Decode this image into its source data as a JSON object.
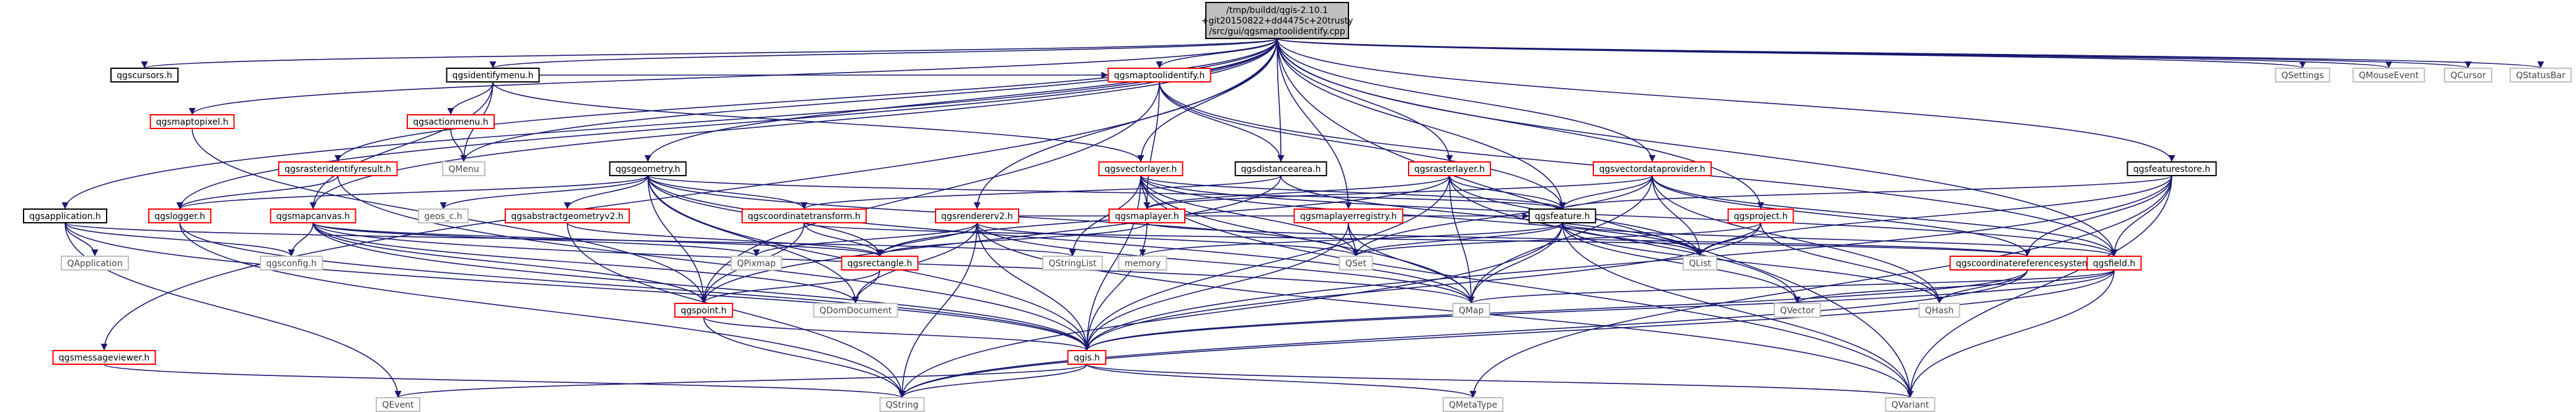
{
  "graph": {
    "root_lines": [
      "/tmp/buildd/qgis-2.10.1",
      "+git20150822+dd4475c+20trusty",
      "/src/gui/qgsmaptoolidentify.cpp"
    ],
    "edge_color": "#191970",
    "nodes": [
      {
        "id": "qgscursors",
        "label": "qgscursors.h",
        "style": "black"
      },
      {
        "id": "qgsidentifymenu",
        "label": "qgsidentifymenu.h",
        "style": "black"
      },
      {
        "id": "qgsmaptoolidentify",
        "label": "qgsmaptoolidentify.h",
        "style": "red"
      },
      {
        "id": "qgsmaptopixel",
        "label": "qgsmaptopixel.h",
        "style": "red"
      },
      {
        "id": "qgsactionmenu",
        "label": "qgsactionmenu.h",
        "style": "red"
      },
      {
        "id": "qmenu",
        "label": "QMenu",
        "style": "gray"
      },
      {
        "id": "qgsdistancearea",
        "label": "qgsdistancearea.h",
        "style": "black"
      },
      {
        "id": "qgsrasteridentifyresult",
        "label": "qgsrasteridentifyresult.h",
        "style": "red"
      },
      {
        "id": "qgsgeometry",
        "label": "qgsgeometry.h",
        "style": "black"
      },
      {
        "id": "qgsvectorlayer",
        "label": "qgsvectorlayer.h",
        "style": "red"
      },
      {
        "id": "qgsrasterlayer",
        "label": "qgsrasterlayer.h",
        "style": "red"
      },
      {
        "id": "qgsvectordataprovider",
        "label": "qgsvectordataprovider.h",
        "style": "red"
      },
      {
        "id": "qgsfeaturestore",
        "label": "qgsfeaturestore.h",
        "style": "black"
      },
      {
        "id": "qsettings",
        "label": "QSettings",
        "style": "gray"
      },
      {
        "id": "qmouseevent",
        "label": "QMouseEvent",
        "style": "gray"
      },
      {
        "id": "qcursor",
        "label": "QCursor",
        "style": "gray"
      },
      {
        "id": "qstatusbar",
        "label": "QStatusBar",
        "style": "gray"
      },
      {
        "id": "qgsapplication",
        "label": "qgsapplication.h",
        "style": "black"
      },
      {
        "id": "qgslogger",
        "label": "qgslogger.h",
        "style": "red"
      },
      {
        "id": "qgsmapcanvas",
        "label": "qgsmapcanvas.h",
        "style": "red"
      },
      {
        "id": "geos_c",
        "label": "geos_c.h",
        "style": "gray"
      },
      {
        "id": "qgsabstractgeometryv2",
        "label": "qgsabstractgeometryv2.h",
        "style": "red"
      },
      {
        "id": "qgscoordinatetransform",
        "label": "qgscoordinatetransform.h",
        "style": "red"
      },
      {
        "id": "qgsrendererv2",
        "label": "qgsrendererv2.h",
        "style": "red"
      },
      {
        "id": "qgsmaplayer",
        "label": "qgsmaplayer.h",
        "style": "red"
      },
      {
        "id": "qgsmaplayerregistry",
        "label": "qgsmaplayerregistry.h",
        "style": "red"
      },
      {
        "id": "qgsfeature",
        "label": "qgsfeature.h",
        "style": "black"
      },
      {
        "id": "qgsproject",
        "label": "qgsproject.h",
        "style": "red"
      },
      {
        "id": "qapplication",
        "label": "QApplication",
        "style": "gray"
      },
      {
        "id": "qgsconfig",
        "label": "qgsconfig.h",
        "style": "gray"
      },
      {
        "id": "qpixmap",
        "label": "QPixmap",
        "style": "gray"
      },
      {
        "id": "qgsrectangle",
        "label": "qgsrectangle.h",
        "style": "red"
      },
      {
        "id": "memory",
        "label": "memory",
        "style": "gray"
      },
      {
        "id": "qstringlist",
        "label": "QStringList",
        "style": "gray"
      },
      {
        "id": "qset",
        "label": "QSet",
        "style": "gray"
      },
      {
        "id": "qlist",
        "label": "QList",
        "style": "gray"
      },
      {
        "id": "qgscoordinatereferencesystem",
        "label": "qgscoordinatereferencesystem.h",
        "style": "red"
      },
      {
        "id": "qgsfield",
        "label": "qgsfield.h",
        "style": "red"
      },
      {
        "id": "qgspoint",
        "label": "qgspoint.h",
        "style": "red"
      },
      {
        "id": "qdomdocument",
        "label": "QDomDocument",
        "style": "gray"
      },
      {
        "id": "qmap",
        "label": "QMap",
        "style": "gray"
      },
      {
        "id": "qvector",
        "label": "QVector",
        "style": "gray"
      },
      {
        "id": "qhash",
        "label": "QHash",
        "style": "gray"
      },
      {
        "id": "qgsmessageviewer",
        "label": "qgsmessageviewer.h",
        "style": "red"
      },
      {
        "id": "qgis",
        "label": "qgis.h",
        "style": "red"
      },
      {
        "id": "qevent",
        "label": "QEvent",
        "style": "gray"
      },
      {
        "id": "qstring",
        "label": "QString",
        "style": "gray"
      },
      {
        "id": "qmetatype",
        "label": "QMetaType",
        "style": "gray"
      },
      {
        "id": "qvariant",
        "label": "QVariant",
        "style": "gray"
      }
    ],
    "edges": [
      [
        "root",
        "qgscursors"
      ],
      [
        "root",
        "qgsidentifymenu"
      ],
      [
        "root",
        "qgsmaptoolidentify"
      ],
      [
        "root",
        "qgsmaptopixel"
      ],
      [
        "root",
        "qgsrasteridentifyresult"
      ],
      [
        "root",
        "qgsgeometry"
      ],
      [
        "root",
        "qgsvectorlayer"
      ],
      [
        "root",
        "qgsdistancearea"
      ],
      [
        "root",
        "qgsrasterlayer"
      ],
      [
        "root",
        "qgsvectordataprovider"
      ],
      [
        "root",
        "qgsfeaturestore"
      ],
      [
        "root",
        "qsettings"
      ],
      [
        "root",
        "qmouseevent"
      ],
      [
        "root",
        "qcursor"
      ],
      [
        "root",
        "qstatusbar"
      ],
      [
        "root",
        "qgsapplication"
      ],
      [
        "root",
        "qgslogger"
      ],
      [
        "root",
        "qgsmapcanvas"
      ],
      [
        "root",
        "qgsrendererv2"
      ],
      [
        "root",
        "qgsmaplayerregistry"
      ],
      [
        "root",
        "qgsfeature"
      ],
      [
        "root",
        "qgsproject"
      ],
      [
        "root",
        "qgsfield"
      ],
      [
        "root",
        "qgsmessageviewer"
      ],
      [
        "root",
        "qmenu"
      ],
      [
        "root",
        "qvariant"
      ],
      [
        "qgsidentifymenu",
        "qgsactionmenu"
      ],
      [
        "qgsidentifymenu",
        "qmenu"
      ],
      [
        "qgsidentifymenu",
        "qgsmaptoolidentify"
      ],
      [
        "qgsidentifymenu",
        "qgsvectorlayer"
      ],
      [
        "qgsidentifymenu",
        "qgsmapcanvas"
      ],
      [
        "qgsactionmenu",
        "qmenu"
      ],
      [
        "qgsmaptoolidentify",
        "qgsdistancearea"
      ],
      [
        "qgsmaptoolidentify",
        "qgsmaplayer"
      ],
      [
        "qgsmaptoolidentify",
        "qgspoint"
      ],
      [
        "qgsmaptoolidentify",
        "qgsfield"
      ],
      [
        "qgsmaptoolidentify",
        "qgsfeature"
      ],
      [
        "qgsmaptopixel",
        "qgspoint"
      ],
      [
        "qgsrasteridentifyresult",
        "qgslogger"
      ],
      [
        "qgsrasteridentifyresult",
        "qgis"
      ],
      [
        "qgsgeometry",
        "qgsabstractgeometryv2"
      ],
      [
        "qgsgeometry",
        "geos_c"
      ],
      [
        "qgsgeometry",
        "qgspoint"
      ],
      [
        "qgsgeometry",
        "qgsrectangle"
      ],
      [
        "qgsgeometry",
        "qset"
      ],
      [
        "qgsgeometry",
        "qgsfeature"
      ],
      [
        "qgsgeometry",
        "qdomdocument"
      ],
      [
        "qgsgeometry",
        "qgscoordinatetransform"
      ],
      [
        "qgsgeometry",
        "qgis"
      ],
      [
        "qgsgeometry",
        "qgslogger"
      ],
      [
        "qgsgeometry",
        "qmap"
      ],
      [
        "qgsvectorlayer",
        "qgsmaplayer"
      ],
      [
        "qgsvectorlayer",
        "qgsfeature"
      ],
      [
        "qgsvectorlayer",
        "qgsfield"
      ],
      [
        "qgsvectorlayer",
        "qset"
      ],
      [
        "qgsvectorlayer",
        "qlist"
      ],
      [
        "qgsvectorlayer",
        "qstringlist"
      ],
      [
        "qgsvectorlayer",
        "qmap"
      ],
      [
        "qgsvectorlayer",
        "qvariant"
      ],
      [
        "qgsvectorlayer",
        "qgis"
      ],
      [
        "qgsdistancearea",
        "qgspoint"
      ],
      [
        "qgsdistancearea",
        "qlist"
      ],
      [
        "qgsdistancearea",
        "qgscoordinatetransform"
      ],
      [
        "qgsrasterlayer",
        "qgsmaplayer"
      ],
      [
        "qgsrasterlayer",
        "qmap"
      ],
      [
        "qgsrasterlayer",
        "qgis"
      ],
      [
        "qgsrasterlayer",
        "qlist"
      ],
      [
        "qgsrasterlayer",
        "qvector"
      ],
      [
        "qgsrasterlayer",
        "qgsrectangle"
      ],
      [
        "qgsrasterlayer",
        "qgsfeature"
      ],
      [
        "qgsvectordataprovider",
        "qgsfeature"
      ],
      [
        "qgsvectordataprovider",
        "qgsfield"
      ],
      [
        "qgsvectordataprovider",
        "qlist"
      ],
      [
        "qgsvectordataprovider",
        "qset"
      ],
      [
        "qgsvectordataprovider",
        "qmap"
      ],
      [
        "qgsvectordataprovider",
        "qhash"
      ],
      [
        "qgsvectordataprovider",
        "qgsmaplayer"
      ],
      [
        "qgsvectordataprovider",
        "qgscoordinatereferencesystem"
      ],
      [
        "qgsfeaturestore",
        "qgsfeature"
      ],
      [
        "qgsfeaturestore",
        "qgsfield"
      ],
      [
        "qgsfeaturestore",
        "qlist"
      ],
      [
        "qgsfeaturestore",
        "qmetatype"
      ],
      [
        "qgsfeaturestore",
        "qvariant"
      ],
      [
        "qgsfeaturestore",
        "qgscoordinatereferencesystem"
      ],
      [
        "qgsfeaturestore",
        "qgis"
      ],
      [
        "qgsapplication",
        "qapplication"
      ],
      [
        "qgsapplication",
        "qgsconfig"
      ],
      [
        "qgsapplication",
        "qevent"
      ],
      [
        "qgsapplication",
        "qstringlist"
      ],
      [
        "qgsapplication",
        "qgis"
      ],
      [
        "qgslogger",
        "qstring"
      ],
      [
        "qgslogger",
        "qgis"
      ],
      [
        "qgsmapcanvas",
        "qgsconfig"
      ],
      [
        "qgsmapcanvas",
        "qgsrectangle"
      ],
      [
        "qgsmapcanvas",
        "qgspoint"
      ],
      [
        "qgsmapcanvas",
        "qdomdocument"
      ],
      [
        "qgsmapcanvas",
        "qgis"
      ],
      [
        "qgsmapcanvas",
        "qmap"
      ],
      [
        "qgsmapcanvas",
        "qpixmap"
      ],
      [
        "qgsabstractgeometryv2",
        "qgsrectangle"
      ],
      [
        "qgsabstractgeometryv2",
        "qstring"
      ],
      [
        "qgscoordinatetransform",
        "qgsrectangle"
      ],
      [
        "qgscoordinatetransform",
        "qgspoint"
      ],
      [
        "qgscoordinatetransform",
        "qgscoordinatereferencesystem"
      ],
      [
        "qgsrendererv2",
        "qgsrectangle"
      ],
      [
        "qgsrendererv2",
        "qgis"
      ],
      [
        "qgsrendererv2",
        "qgsfeature"
      ],
      [
        "qgsrendererv2",
        "qdomdocument"
      ],
      [
        "qgsrendererv2",
        "qstring"
      ],
      [
        "qgsrendererv2",
        "qvariant"
      ],
      [
        "qgsrendererv2",
        "qset"
      ],
      [
        "qgsrendererv2",
        "qmap"
      ],
      [
        "qgsrendererv2",
        "qpixmap"
      ],
      [
        "qgsmaplayer",
        "qgsrectangle"
      ],
      [
        "qgsmaplayer",
        "qgis"
      ],
      [
        "qgsmaplayer",
        "qgscoordinatereferencesystem"
      ],
      [
        "qgsmaplayerregistry",
        "qset"
      ],
      [
        "qgsmaplayerregistry",
        "qmap"
      ],
      [
        "qgsmaplayerregistry",
        "qgis"
      ],
      [
        "qgsfeature",
        "qmap"
      ],
      [
        "qgsfeature",
        "qlist"
      ],
      [
        "qgsfeature",
        "qvector"
      ],
      [
        "qgsfeature",
        "qset"
      ],
      [
        "qgsfeature",
        "qstring"
      ],
      [
        "qgsfeature",
        "qvariant"
      ],
      [
        "qgsfeature",
        "qhash"
      ],
      [
        "qgsfeature",
        "memory"
      ],
      [
        "qgsfeature",
        "qgsfield"
      ],
      [
        "qgsproject",
        "qlist"
      ],
      [
        "qgsproject",
        "qhash"
      ],
      [
        "qgsproject",
        "qset"
      ],
      [
        "qgsproject",
        "qgis"
      ],
      [
        "qgsrectangle",
        "qgspoint"
      ],
      [
        "qgsrectangle",
        "qdomdocument"
      ],
      [
        "qgscoordinatereferencesystem",
        "qgis"
      ],
      [
        "qgscoordinatereferencesystem",
        "qstring"
      ],
      [
        "qgscoordinatereferencesystem",
        "qhash"
      ],
      [
        "qgsfield",
        "qvariant"
      ],
      [
        "qgsfield",
        "qstring"
      ],
      [
        "qgsfield",
        "qvector"
      ],
      [
        "qgsfield",
        "qmap"
      ],
      [
        "qgsfield",
        "qgis"
      ],
      [
        "qgspoint",
        "qgis"
      ],
      [
        "qgspoint",
        "qstring"
      ],
      [
        "qgsmessageviewer",
        "qstring"
      ],
      [
        "qgis",
        "qevent"
      ],
      [
        "qgis",
        "qstring"
      ],
      [
        "qgis",
        "qmetatype"
      ],
      [
        "qgis",
        "qvariant"
      ]
    ]
  }
}
